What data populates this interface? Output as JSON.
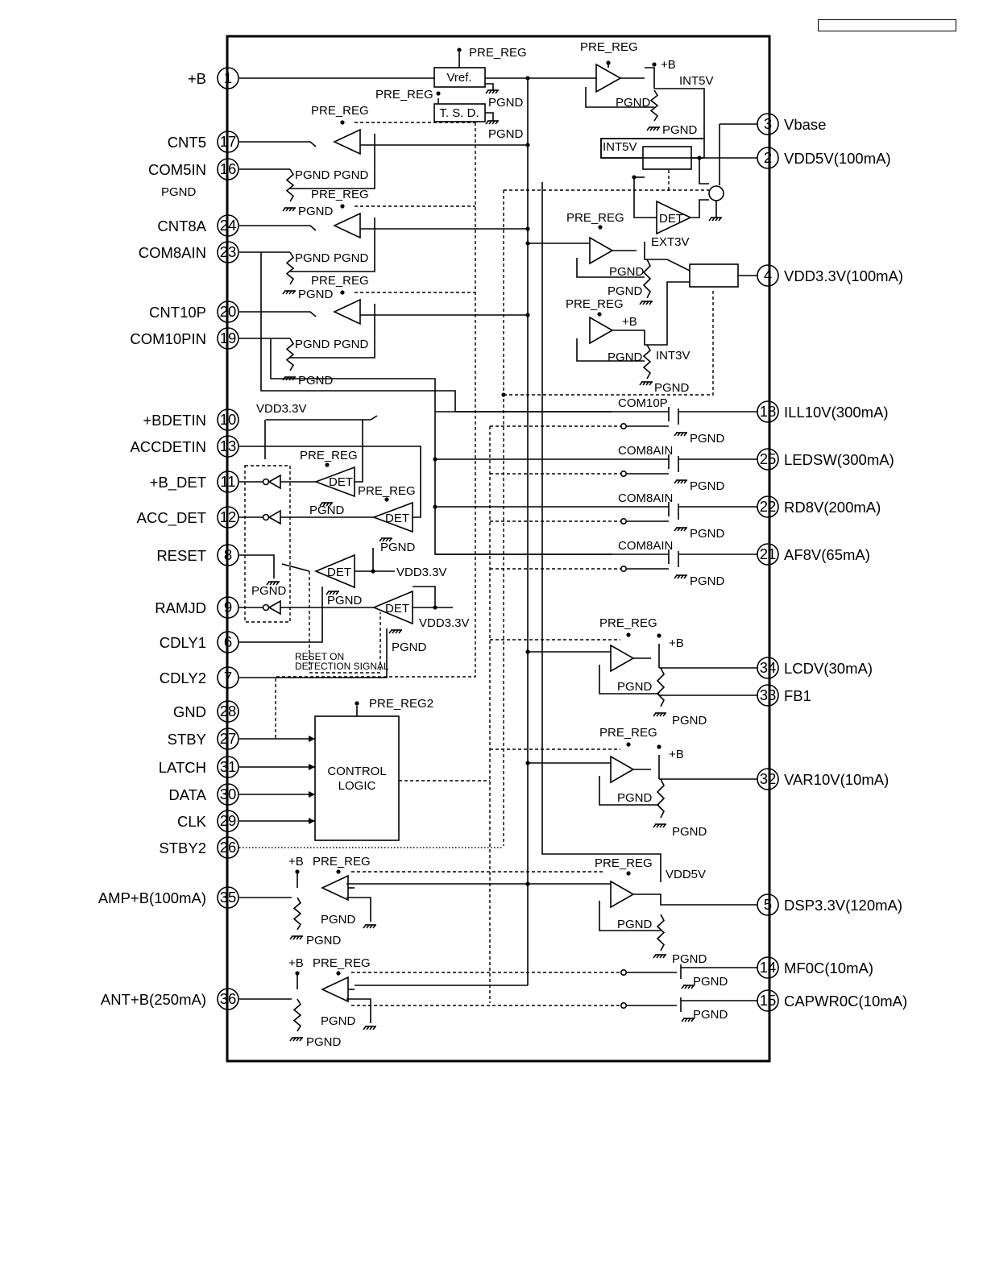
{
  "header": {
    "part_number_box": ""
  },
  "left_pins": [
    {
      "num": "1",
      "label": "+B"
    },
    {
      "num": "17",
      "label": "CNT5"
    },
    {
      "num": "16",
      "label": "COM5IN"
    },
    {
      "num": "24",
      "label": "CNT8A"
    },
    {
      "num": "23",
      "label": "COM8AIN"
    },
    {
      "num": "20",
      "label": "CNT10P"
    },
    {
      "num": "19",
      "label": "COM10PIN"
    },
    {
      "num": "10",
      "label": "+BDETIN"
    },
    {
      "num": "13",
      "label": "ACCDETIN"
    },
    {
      "num": "11",
      "label": "+B_DET"
    },
    {
      "num": "12",
      "label": "ACC_DET"
    },
    {
      "num": "8",
      "label": "RESET"
    },
    {
      "num": "9",
      "label": "RAMJD"
    },
    {
      "num": "6",
      "label": "CDLY1"
    },
    {
      "num": "7",
      "label": "CDLY2"
    },
    {
      "num": "28",
      "label": "GND"
    },
    {
      "num": "27",
      "label": "STBY"
    },
    {
      "num": "31",
      "label": "LATCH"
    },
    {
      "num": "30",
      "label": "DATA"
    },
    {
      "num": "29",
      "label": "CLK"
    },
    {
      "num": "26",
      "label": "STBY2"
    },
    {
      "num": "35",
      "label": "AMP+B(100mA)"
    },
    {
      "num": "36",
      "label": "ANT+B(250mA)"
    }
  ],
  "right_pins": [
    {
      "num": "3",
      "label": "Vbase"
    },
    {
      "num": "2",
      "label": "VDD5V(100mA)"
    },
    {
      "num": "4",
      "label": "VDD3.3V(100mA)"
    },
    {
      "num": "18",
      "label": "ILL10V(300mA)"
    },
    {
      "num": "25",
      "label": "LEDSW(300mA)"
    },
    {
      "num": "22",
      "label": "RD8V(200mA)"
    },
    {
      "num": "21",
      "label": "AF8V(65mA)"
    },
    {
      "num": "34",
      "label": "LCDV(30mA)"
    },
    {
      "num": "33",
      "label": "FB1"
    },
    {
      "num": "32",
      "label": "VAR10V(10mA)"
    },
    {
      "num": "5",
      "label": "DSP3.3V(120mA)"
    },
    {
      "num": "14",
      "label": "MF0C(10mA)"
    },
    {
      "num": "15",
      "label": "CAPWR0C(10mA)"
    }
  ],
  "blocks": {
    "vref": "Vref.",
    "tsd": "T. S. D.",
    "control_logic_line1": "CONTROL",
    "control_logic_line2": "LOGIC",
    "det": "DET"
  },
  "net_labels": {
    "pre_reg": "PRE_REG",
    "pre_reg2": "PRE_REG2",
    "pgnd": "PGND",
    "plus_b": "+B",
    "int5v": "INT5V",
    "ext3v": "EXT3V",
    "int3v": "INT3V",
    "vdd33": "VDD3.3V",
    "vdd5v": "VDD5V",
    "com10p": "COM10P",
    "com8ain": "COM8AIN",
    "reset_on": "RESET ON",
    "detection_signal": "DETECTION SIGNAL"
  }
}
